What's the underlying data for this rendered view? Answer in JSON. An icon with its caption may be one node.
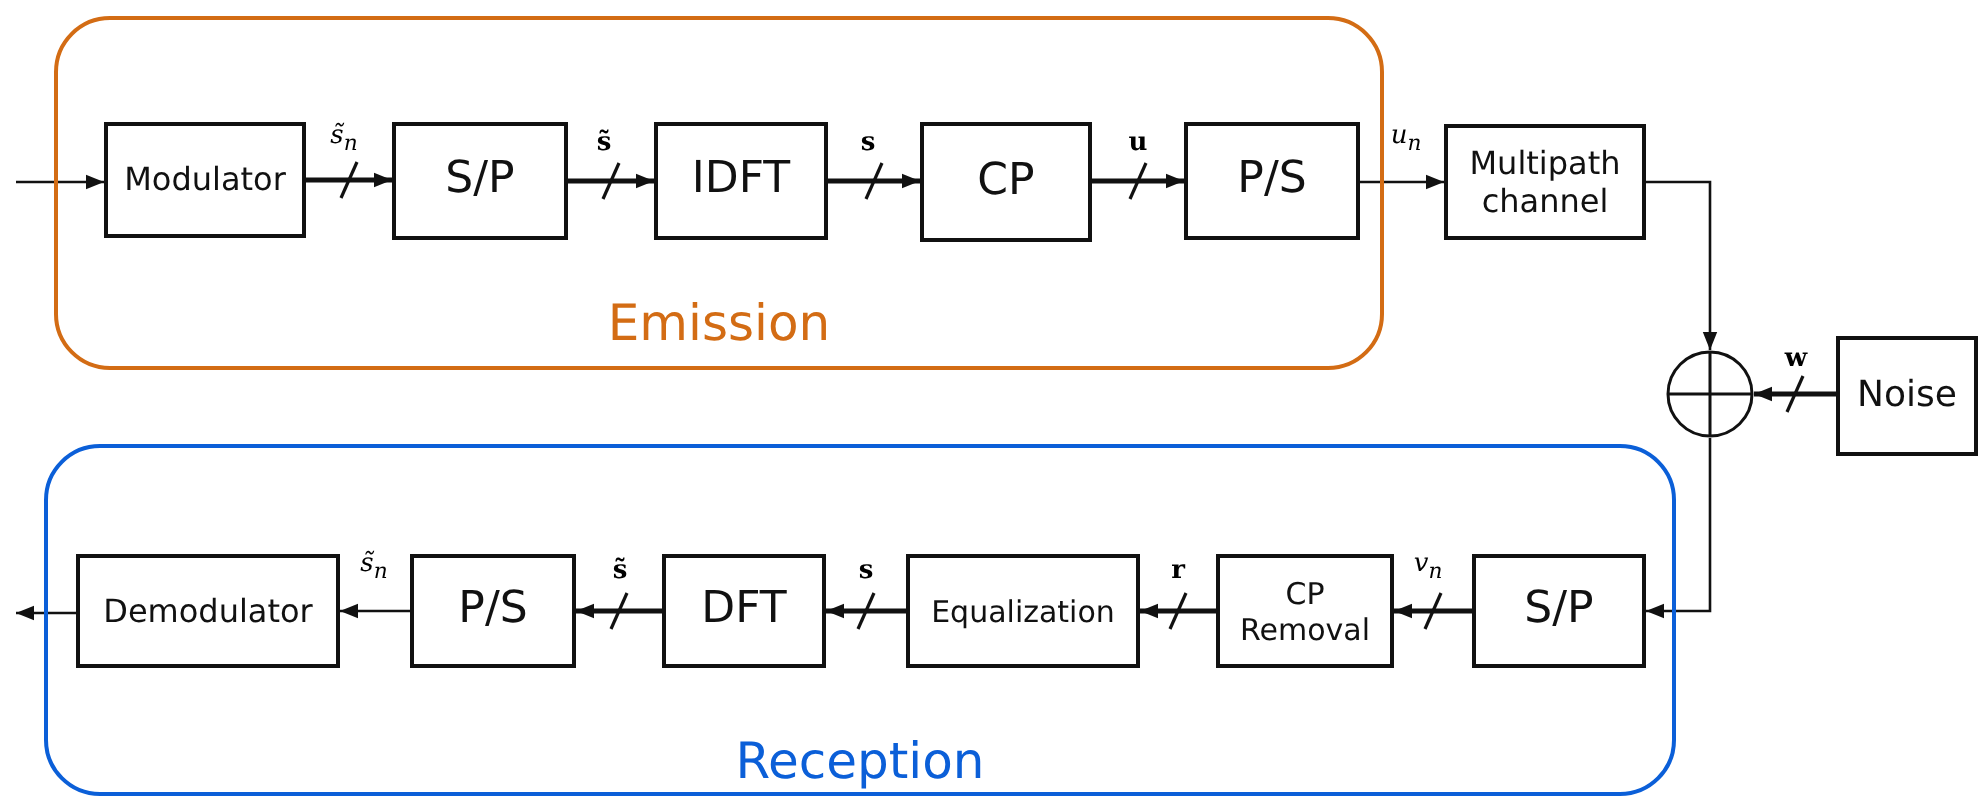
{
  "diagram": {
    "nodes": [
      {
        "text": [
          "Emission"
        ]
      },
      {
        "text": [
          "Modulator"
        ],
        "in": 0
      },
      {
        "text": [
          "S/P"
        ],
        "in": 0
      },
      {
        "text": [
          "IDFT"
        ],
        "in": 0
      },
      {
        "text": [
          "CP"
        ],
        "in": 0
      },
      {
        "text": [
          "P/S"
        ],
        "in": 0
      },
      {
        "text": [
          "Multipath channel"
        ]
      },
      {
        "text": [],
        "shape": "circle"
      },
      {
        "text": [
          "Noise"
        ]
      },
      {
        "text": [
          "Reception"
        ]
      },
      {
        "text": [
          "S/P"
        ],
        "in": 9
      },
      {
        "text": [
          "CP Removal"
        ],
        "in": 9
      },
      {
        "text": [
          "Equalization"
        ],
        "in": 9
      },
      {
        "text": [
          "DFT"
        ],
        "in": 9
      },
      {
        "text": [
          "P/S"
        ],
        "in": 9
      },
      {
        "text": [
          "Demodulator"
        ],
        "in": 9
      }
    ],
    "edges": [
      {
        "from": null,
        "to": 1,
        "arrow": "to"
      },
      {
        "from": 1,
        "to": 2,
        "arrow": "to",
        "label": "*s̃*$_{n}$"
      },
      {
        "from": 2,
        "to": 3,
        "arrow": "to",
        "label": "**s̃**"
      },
      {
        "from": 3,
        "to": 4,
        "arrow": "to",
        "label": "**s**"
      },
      {
        "from": 4,
        "to": 5,
        "arrow": "to",
        "label": "**u**"
      },
      {
        "from": 5,
        "to": 6,
        "arrow": "to",
        "label": "*u*$_{n}$"
      },
      {
        "from": 6,
        "to": 7,
        "arrow": "to"
      },
      {
        "from": 8,
        "to": 7,
        "arrow": "to",
        "label": "**w**"
      },
      {
        "from": 7,
        "to": 10,
        "arrow": "to"
      },
      {
        "from": 10,
        "to": 11,
        "arrow": "to",
        "label": "*v*$_{n}$"
      },
      {
        "from": 11,
        "to": 12,
        "arrow": "to",
        "label": "**r**"
      },
      {
        "from": 12,
        "to": 13,
        "arrow": "to",
        "label": "**s**"
      },
      {
        "from": 13,
        "to": 14,
        "arrow": "to",
        "label": "**s̃**"
      },
      {
        "from": 14,
        "to": 15,
        "arrow": "to",
        "label": "*s̃*$_{n}$"
      },
      {
        "from": 15,
        "to": null,
        "arrow": "to"
      }
    ]
  }
}
